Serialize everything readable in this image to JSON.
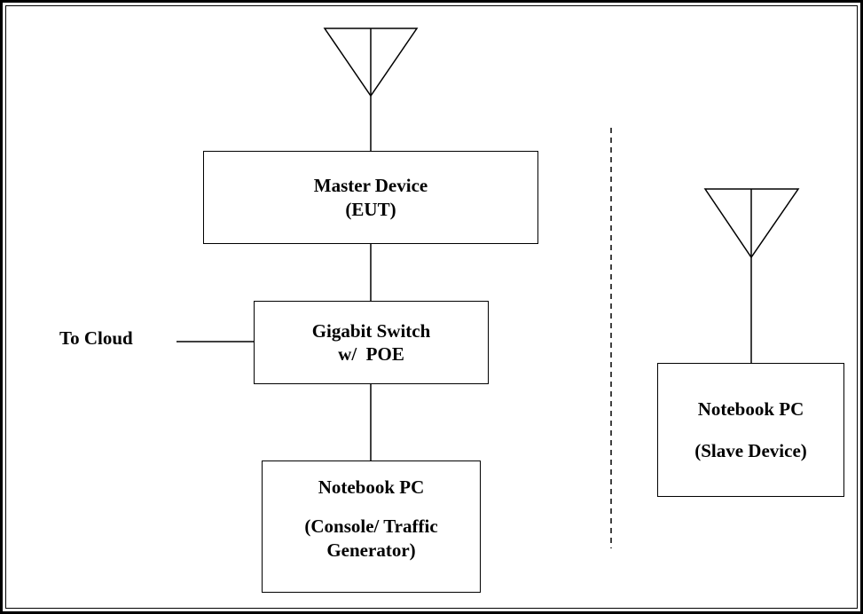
{
  "master_device": {
    "line1": "Master Device",
    "line2": "(EUT)"
  },
  "gigabit_switch": {
    "line1": "Gigabit Switch",
    "line2": "w/  POE"
  },
  "notebook_console": {
    "line1": "Notebook PC",
    "line2": "(Console/ Traffic",
    "line3": "Generator)"
  },
  "notebook_slave": {
    "line1": "Notebook PC",
    "line2": "(Slave Device)"
  },
  "to_cloud": "To Cloud",
  "colors": {
    "stroke": "#000000",
    "background": "#ffffff"
  }
}
